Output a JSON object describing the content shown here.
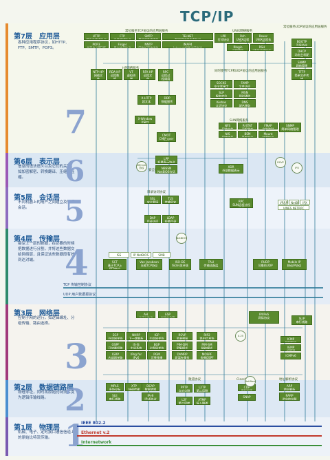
{
  "title": "TCP/IP",
  "layers": [
    {
      "key": "l7",
      "name": "第7层　应用层",
      "desc": "各种应用程序协议，如HTTP、FTP、SMTP、POP3。",
      "num": "7"
    },
    {
      "key": "l6",
      "name": "第6层　表示层",
      "desc": "信息的语法语义以及它们的关联，如加密解密、转换翻译、压缩解压缩。",
      "num": "6"
    },
    {
      "key": "l5",
      "name": "第5层　会话层",
      "desc": "不同机器上的用户之间建立及管理会话。",
      "num": "5"
    },
    {
      "key": "l4",
      "name": "第4层　传输层",
      "desc": "接受上一层的数据，在必要的时候把数据进行分割，并将这些数据交给网络层，且保证这些数据段有效到达对端。",
      "num": "4"
    },
    {
      "key": "l3",
      "name": "第3层　网络层",
      "desc": "控制子网的运行，如逻辑编址、分组传输、路由选择。",
      "num": "3"
    },
    {
      "key": "l2",
      "name": "第2层　数据链路层",
      "desc": "物理寻址，同时将原始比特流转变为逻辑传输线路。",
      "num": "2"
    },
    {
      "key": "l1",
      "name": "第1层　物理层",
      "desc": "机械、电子、定时接口通信信道上的原始比特流传输。",
      "num": "1"
    }
  ],
  "groups": {
    "tcp_app": "常位服务TCP协议的应用层服务",
    "unix": "UNIX网络服务",
    "udp_app": "常位服务UDP协议的应用层服务",
    "hp": "HP网络服务",
    "sun": "SUN网络服务",
    "tcp_udp": "同时使用TCP和UDP协议的应用层服务",
    "security": "安全协议",
    "directory": "目录访问协议",
    "tunnel": "隧道协议",
    "class": "Class协议",
    "address": "地址解析协议"
  },
  "boxes": {
    "l7": [
      {
        "t": "HTTP\n超文本传输协议"
      },
      {
        "t": "FTP\n文件传输协议"
      },
      {
        "t": "SMTP\n简单邮件传输协议"
      },
      {
        "t": "TELNET\nTCP/IP终端仿真协议"
      },
      {
        "t": "POP3\n邮局协议第3版"
      },
      {
        "t": "Finger\n用户信息协议"
      },
      {
        "t": "NNTP\n网络新闻传输协议"
      },
      {
        "t": "IMAP4\nInternet邮件访问协议"
      },
      {
        "t": "LPR\n打印协议"
      },
      {
        "t": "Rsh\nUNIX远程Shell"
      },
      {
        "t": "Rexec\nUNIX远程执行"
      },
      {
        "t": "Rlogin\n远程登录"
      },
      {
        "t": "RSH\nUNIX远程执行"
      },
      {
        "t": "NTP-HP\n网络文件"
      },
      {
        "t": "RDA HP\n远程数据"
      },
      {
        "t": "VT\n虚拟终端"
      },
      {
        "t": "RFA HP\n远程文件"
      },
      {
        "t": "RPC\n远程过程调用"
      },
      {
        "t": "X-HTTP\n超文本"
      },
      {
        "t": "DDP\n数据报传送"
      },
      {
        "t": "SOCKS\n安全套接字"
      },
      {
        "t": "FAMP\n文件访问"
      },
      {
        "t": "SLP\n服务定位"
      },
      {
        "t": "MSN\n即时通信"
      },
      {
        "t": "Kerbos\n认证协议"
      },
      {
        "t": "DNS\n域名服务"
      },
      {
        "t": "NFS\n网络文件"
      },
      {
        "t": "R-STAT\n远程状态"
      },
      {
        "t": "FMAP\n文件映射"
      },
      {
        "t": "NIS\n网络信息"
      },
      {
        "t": "BSM\n基本安全"
      },
      {
        "t": "Mount\n挂载协议"
      },
      {
        "t": "X-Window\nX窗口"
      },
      {
        "t": "CMOT\nCMIP over TCP"
      },
      {
        "t": "BOOTP\n引导协议"
      },
      {
        "t": "DHCP\n动态主机配置"
      },
      {
        "t": "SNMP\n网络管理"
      },
      {
        "t": "TFTP\n简单文件传输"
      },
      {
        "t": "SNMP\n简单网络管理"
      }
    ],
    "l6": [
      {
        "t": "LPP\n轻量表示协议"
      },
      {
        "t": "NBSSN\nNetBIOS会话"
      },
      {
        "t": "XDR\n外部数据表示"
      }
    ],
    "l5": [
      {
        "t": "SSL\n安全套接层"
      },
      {
        "t": "TLS\n传输层安全"
      },
      {
        "t": "DAP\n目录访问协议"
      },
      {
        "t": "LDAP\n轻量目录访问"
      },
      {
        "t": "RPC\nSUN远程过程调用"
      }
    ],
    "l4": [
      {
        "t": "ISS\nNetBIOS"
      },
      {
        "t": "IP NetBIOS"
      },
      {
        "t": "SMB"
      },
      {
        "t": "SCT\n基于TCP上\nRTP协议"
      },
      {
        "t": "Van Jacobson\n压缩TCP协议"
      },
      {
        "t": "ISO-DE\nISO开发环境"
      },
      {
        "t": "TALI\n传输适配层"
      },
      {
        "t": "RUDP\n可靠的UDP"
      },
      {
        "t": "Mobile IP\n移动IP协议"
      }
    ],
    "l3": [
      {
        "t": "AH\n认证头协议"
      },
      {
        "t": "ESP\n封装安全载荷"
      },
      {
        "t": "EGP\n外部网关协议"
      },
      {
        "t": "NHRP\n下一跳解析"
      },
      {
        "t": "IGP\n内部网关协议"
      },
      {
        "t": "RSVP\n资源预留"
      },
      {
        "t": "RIP2\n路由信息协议"
      },
      {
        "t": "OSPF\n开放最短路径"
      },
      {
        "t": "IS-IS\n中间系统"
      },
      {
        "t": "BGP\n边界网关协议"
      },
      {
        "t": "PIM-DM\n密集模式"
      },
      {
        "t": "PIM-SM\n稀疏模式"
      },
      {
        "t": "IGRP\n内部网关路由"
      },
      {
        "t": "IPng for IPv6"
      },
      {
        "t": "PGM\n可靠多播"
      },
      {
        "t": "DVMRP\n距离矢量多播"
      },
      {
        "t": "MOSPF\n多播OSPF"
      },
      {
        "t": "IP/IPv6\n网际协议"
      },
      {
        "t": "ICMP\n控制报文"
      },
      {
        "t": "IGMP\n组管理"
      },
      {
        "t": "ICMPv6"
      },
      {
        "t": "SLIP\n串行线路"
      }
    ],
    "l2": [
      {
        "t": "MPLS\n多协议标记"
      },
      {
        "t": "XTP\n快速传输"
      },
      {
        "t": "DCAP\n数据转换"
      },
      {
        "t": "SLE\n串行线路"
      },
      {
        "t": "IPv6\nIPv6协议"
      },
      {
        "t": "PPTP\n点对点隧道"
      },
      {
        "t": "L2TP\n第二层隧道"
      },
      {
        "t": "L2F\n第二层转发"
      },
      {
        "t": "ATMP\n接入隧道"
      },
      {
        "t": "CDP\n思科发现"
      },
      {
        "t": "ARP\n地址解析"
      },
      {
        "t": "RARP\n逆向地址解析"
      },
      {
        "t": "SNAP"
      }
    ]
  },
  "extras": {
    "small_circles": [
      "DECnet\n协议",
      "NetBIOS",
      "X.25",
      "NetWare",
      "RSVP",
      "IPX"
    ],
    "tcp_line": "TCP 传输控制协议",
    "udp_line": "UDP 用户数据报协议",
    "l4_right": [
      "VRRP",
      "NetBIOS",
      "IPX",
      "VINES NETRPC"
    ]
  },
  "physical": [
    {
      "name": "IEEE 802.2",
      "color": "#2b4ea0"
    },
    {
      "name": "Ethernet v.2",
      "color": "#c0392b"
    },
    {
      "name": "Internetwork",
      "color": "#3a8f3a"
    }
  ]
}
